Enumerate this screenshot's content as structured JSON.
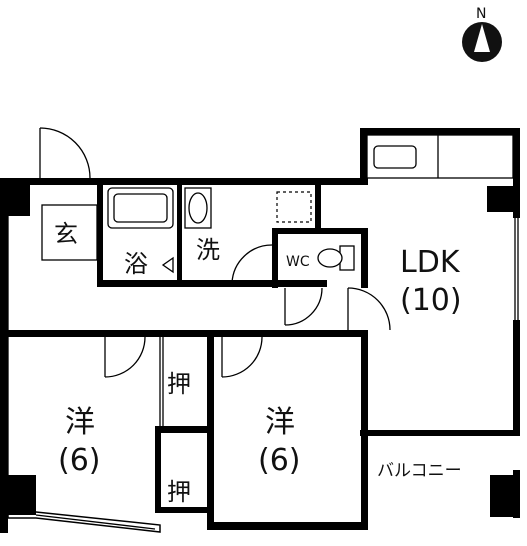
{
  "compass": {
    "label": "N"
  },
  "rooms": {
    "entrance": "玄",
    "bath": "浴",
    "washroom": "洗",
    "toilet": "WC",
    "ldk": {
      "name": "LDK",
      "size": "(10)"
    },
    "western_left": {
      "name": "洋",
      "size": "(6)"
    },
    "western_right": {
      "name": "洋",
      "size": "(6)"
    },
    "closet_upper": "押",
    "closet_lower": "押",
    "balcony": "バルコニー"
  }
}
